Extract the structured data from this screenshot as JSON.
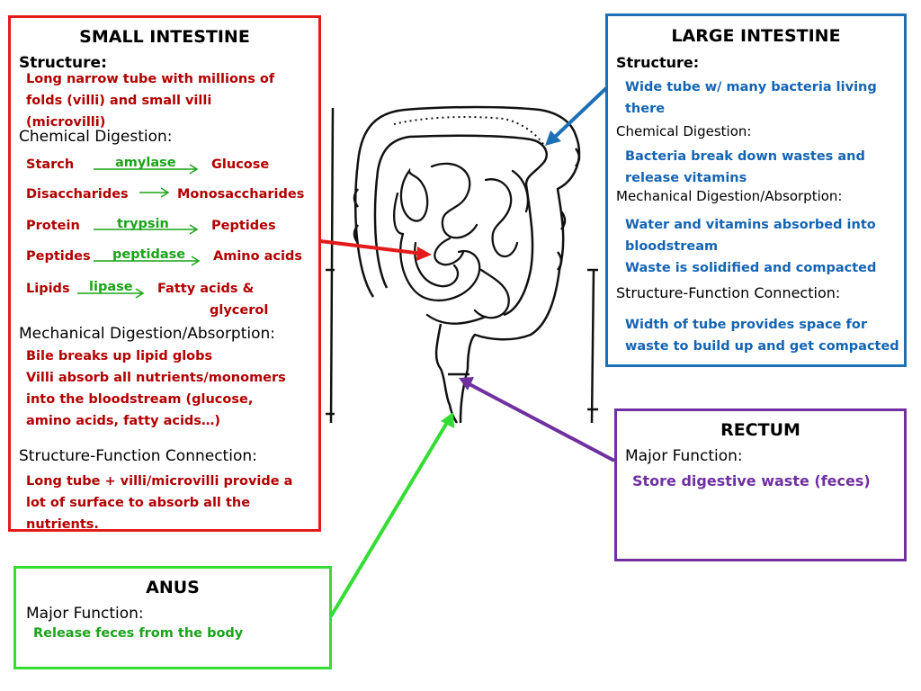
{
  "small": {
    "title": "SMALL INTESTINE",
    "structure_label": "Structure:",
    "structure_lines": [
      "Long narrow tube with millions of",
      "folds (villi) and small villi",
      "(microvilli)"
    ],
    "chem_label": "Chemical Digestion:",
    "reactions": [
      {
        "from": "Starch",
        "enzyme": "amylase",
        "to": "Glucose"
      },
      {
        "from": "Disaccharides",
        "enzyme": "",
        "to": "Monosaccharides"
      },
      {
        "from": "Protein",
        "enzyme": "trypsin",
        "to": "Peptides"
      },
      {
        "from": "Peptides",
        "enzyme": "peptidase",
        "to": "Amino acids"
      },
      {
        "from": "Lipids",
        "enzyme": "lipase",
        "to": "Fatty acids &",
        "to2": "glycerol"
      }
    ],
    "mech_label": "Mechanical Digestion/Absorption:",
    "mech_lines": [
      "Bile breaks up lipid globs",
      "Villi absorb all nutrients/monomers",
      "into the bloodstream (glucose,",
      "amino acids, fatty acids…)"
    ],
    "sfc_label": "Structure-Function Connection:",
    "sfc_lines": [
      "Long tube + villi/microvilli provide a",
      "lot of surface to absorb all the",
      "nutrients."
    ]
  },
  "large": {
    "title": "LARGE INTESTINE",
    "structure_label": "Structure:",
    "structure_lines": [
      "Wide tube w/ many bacteria living",
      "there"
    ],
    "chem_label": "Chemical Digestion:",
    "chem_lines": [
      "Bacteria break down wastes and",
      "release vitamins"
    ],
    "mech_label": "Mechanical Digestion/Absorption:",
    "mech_lines": [
      "Water and vitamins absorbed into",
      "bloodstream",
      "Waste is solidified and compacted"
    ],
    "sfc_label": "Structure-Function Connection:",
    "sfc_lines": [
      "Width of tube provides space for",
      "waste to build up and get compacted"
    ]
  },
  "rectum": {
    "title": "RECTUM",
    "func_label": "Major Function:",
    "func_text": "Store digestive waste (feces)"
  },
  "anus": {
    "title": "ANUS",
    "func_label": "Major Function:",
    "func_text": "Release feces from the body"
  },
  "colors": {
    "small_border": "#e31b1b",
    "large_border": "#1f6fb5",
    "rectum_border": "#7030a0",
    "anus_border": "#33dd33",
    "red_text": "#b20000",
    "blue_text": "#1464b4",
    "green_text": "#1aa31a",
    "purple_text": "#7030a0"
  }
}
